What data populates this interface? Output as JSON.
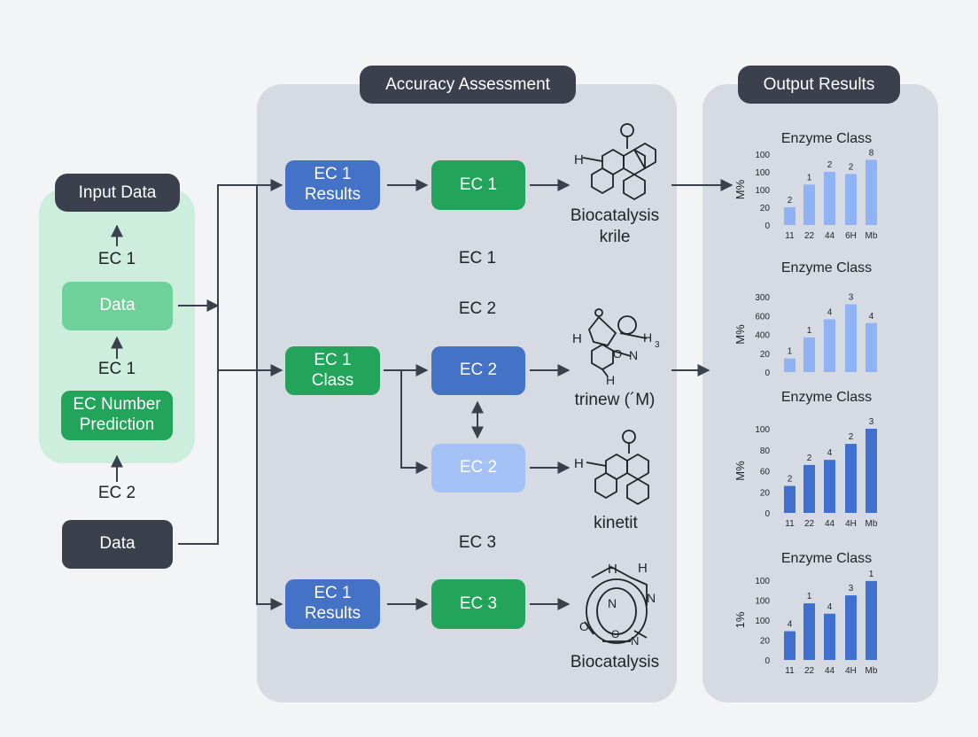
{
  "input": {
    "title": "Input Data",
    "label_ec1_top": "EC 1",
    "data_node": "Data",
    "label_ec1_mid": "EC 1",
    "prediction_node": "EC Number Prediction",
    "label_ec2": "EC 2",
    "bottom_data_node": "Data"
  },
  "accuracy": {
    "title": "Accuracy Assessment",
    "row1": {
      "left": "EC 1 Results",
      "mid": "EC 1",
      "mol_label": "Biocatalysis krile"
    },
    "label_ec1": "EC 1",
    "label_ec2": "EC 2",
    "row2": {
      "left": "EC 1 Class",
      "mid": "EC 2",
      "mol_label": "trinew (´M)"
    },
    "row3": {
      "mid": "EC 2",
      "mol_label": "kinetit"
    },
    "label_ec3": "EC 3",
    "row4": {
      "left": "EC 1 Results",
      "mid": "EC 3",
      "mol_label": "Biocatalysis"
    }
  },
  "output": {
    "title": "Output Results"
  },
  "colors": {
    "blue": "#4472c7",
    "green": "#22a45a",
    "light_green": "#6fd19a",
    "light_blue": "#a4c2f6",
    "dark": "#3a414d",
    "bar_light": "#8fb3f5",
    "bar_dark": "#3f6fcf"
  },
  "chart_data": [
    {
      "type": "bar",
      "title": "Enzyme Class",
      "ylabel": "M%",
      "yticks": [
        "100",
        "100",
        "100",
        "20",
        "0"
      ],
      "categories": [
        "11",
        "22",
        "44",
        "6H",
        "Mb"
      ],
      "values": [
        25,
        57,
        75,
        72,
        92
      ],
      "ylim": [
        0,
        100
      ],
      "data_labels": [
        "2",
        "1",
        "2",
        "2",
        "8"
      ]
    },
    {
      "type": "bar",
      "title": "Enzyme Class",
      "ylabel": "M%",
      "yticks": [
        "300",
        "600",
        "400",
        "20",
        "0"
      ],
      "categories": [],
      "values": [
        18,
        46,
        70,
        90,
        65
      ],
      "ylim": [
        0,
        100
      ],
      "data_labels": [
        "1",
        "1",
        "4",
        "3",
        "4"
      ]
    },
    {
      "type": "bar",
      "title": "Enzyme Class",
      "ylabel": "M%",
      "yticks": [
        "100",
        "80",
        "60",
        "20",
        "0"
      ],
      "categories": [
        "11",
        "22",
        "44",
        "4H",
        "Mb"
      ],
      "values": [
        32,
        57,
        63,
        82,
        100
      ],
      "ylim": [
        0,
        100
      ],
      "data_labels": [
        "2",
        "2",
        "4",
        "2",
        "3"
      ]
    },
    {
      "type": "bar",
      "title": "Enzyme Class",
      "ylabel": "1%",
      "yticks": [
        "100",
        "100",
        "100",
        "20",
        "0"
      ],
      "categories": [
        "11",
        "22",
        "44",
        "4H",
        "Mb"
      ],
      "values": [
        36,
        71,
        58,
        81,
        99
      ],
      "ylim": [
        0,
        100
      ],
      "data_labels": [
        "4",
        "1",
        "4",
        "3",
        "1"
      ]
    }
  ]
}
